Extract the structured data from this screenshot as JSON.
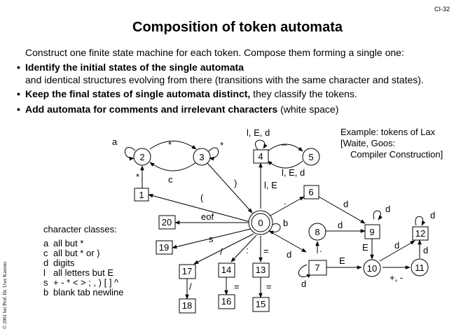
{
  "page_id": "CI-32",
  "title": "Composition of token automata",
  "intro": "Construct one finite state machine for each token. Compose them forming a single one:",
  "bullets": [
    {
      "bold": "Identify the initial states of the single automata",
      "rest": "",
      "sub": "and identical structures evolving from there (transitions with the same character and states)."
    },
    {
      "bold": "Keep the final states of single automata distinct,",
      "rest": " they classify the tokens.",
      "sub": ""
    },
    {
      "bold": "Add automata for comments and irrelevant characters",
      "rest": " (white space)",
      "sub": ""
    }
  ],
  "example": {
    "line1": "Example: tokens of Lax",
    "line2": "[Waite, Goos:",
    "line3": "Compiler Construction]"
  },
  "char_classes": {
    "heading": "character classes:",
    "rows": [
      {
        "key": "a",
        "desc": "all but *"
      },
      {
        "key": "c",
        "desc": "all but * or )"
      },
      {
        "key": "d",
        "desc": "digits"
      },
      {
        "key": "l",
        "desc": "all letters but E"
      },
      {
        "key": "s",
        "desc": "+ - * < > ; , ) [ ] ^"
      },
      {
        "key": "b",
        "desc": "blank tab newline"
      }
    ]
  },
  "copyright": "© 2001 bei Prof. Dr. Uwe Kastens",
  "diagram": {
    "states": {
      "s0": "0",
      "s1": "1",
      "s2": "2",
      "s3": "3",
      "s4": "4",
      "s5": "5",
      "s6": "6",
      "s7": "7",
      "s8": "8",
      "s9": "9",
      "s10": "10",
      "s11": "11",
      "s12": "12",
      "s13": "13",
      "s14": "14",
      "s15": "15",
      "s16": "16",
      "s17": "17",
      "s18": "18",
      "s19": "19",
      "s20": "20"
    },
    "labels": {
      "a": "a",
      "star23": "*",
      "star3": "*",
      "c": "c",
      "star12": "*",
      "lEd4": "l, E, d",
      "underscore": "_",
      "lEd5": "l, E, d",
      "paren_open": "(",
      "paren_close": ")",
      "lE": "l, E",
      "dot6": ".",
      "eof": "eof",
      "b": "b",
      "s": "s",
      "slash": "/",
      "colon": ":",
      "eq0": "=",
      "d69": "d",
      "d9": "d",
      "d89": "d",
      "dot78": ".",
      "d07": "d",
      "d7": "d",
      "E9": "E",
      "E710": "E",
      "d1012": "d",
      "d1112": "d",
      "d12": "d",
      "pm": "+, -",
      "slash1718": "/",
      "eq1416": "=",
      "eq1315": "="
    }
  }
}
